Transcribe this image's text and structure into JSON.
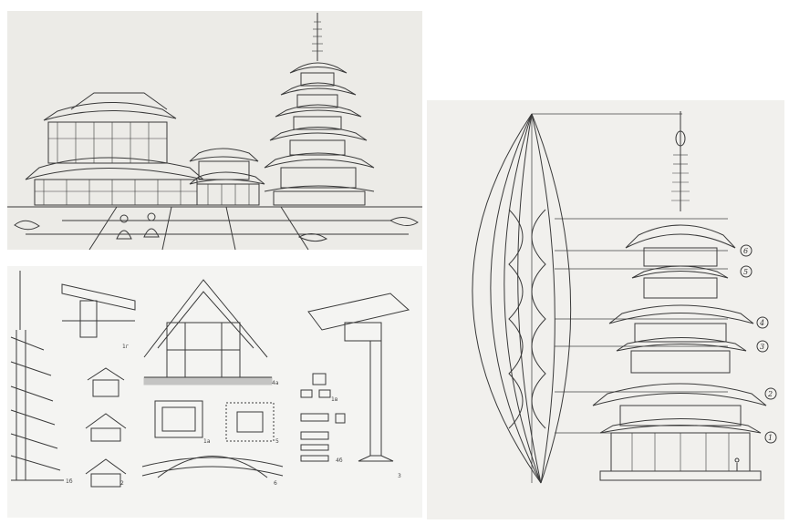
{
  "plates": {
    "labels": [
      "1г",
      "1б",
      "1а",
      "1в",
      "2",
      "3",
      "4б",
      "4а",
      "5",
      "6"
    ]
  },
  "pagoda": {
    "storey_numbers": [
      "6",
      "5",
      "4",
      "3",
      "2",
      "1"
    ]
  },
  "colors": {
    "ink": "#3a3a3a",
    "paper": "#ecebe7"
  }
}
